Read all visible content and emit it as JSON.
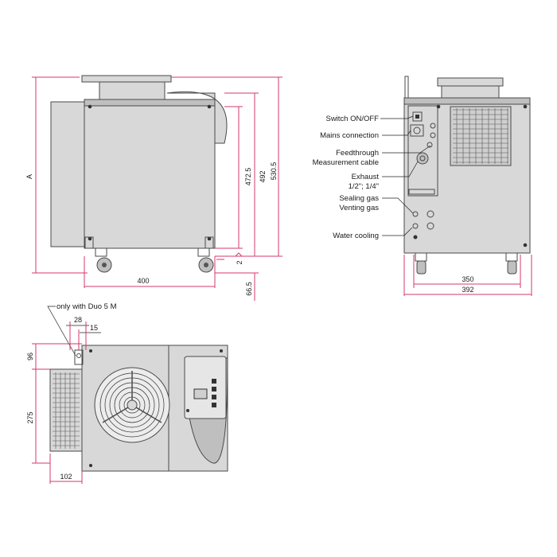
{
  "front_view": {
    "dim_width": "400",
    "dim_a": "A",
    "dim_472": "472.5",
    "dim_492": "492",
    "dim_530": "530.5",
    "dim_2": "2",
    "dim_66": "66.5"
  },
  "side_view": {
    "labels": [
      "Switch ON/OFF",
      "Mains connection",
      "Feedthrough",
      "Measurement cable",
      "Exhaust",
      "1/2\"; 1/4\"",
      "Sealing gas",
      "Venting gas",
      "Water cooling"
    ],
    "dim_350": "350",
    "dim_392": "392"
  },
  "top_view": {
    "note": "only with Duo 5 M",
    "dim_28": "28",
    "dim_15": "15",
    "dim_96": "96",
    "dim_275": "275",
    "dim_102": "102"
  },
  "colors": {
    "dimension_line": "#d63a6b",
    "body": "#d8d8d8",
    "outline": "#4a4a4a"
  }
}
